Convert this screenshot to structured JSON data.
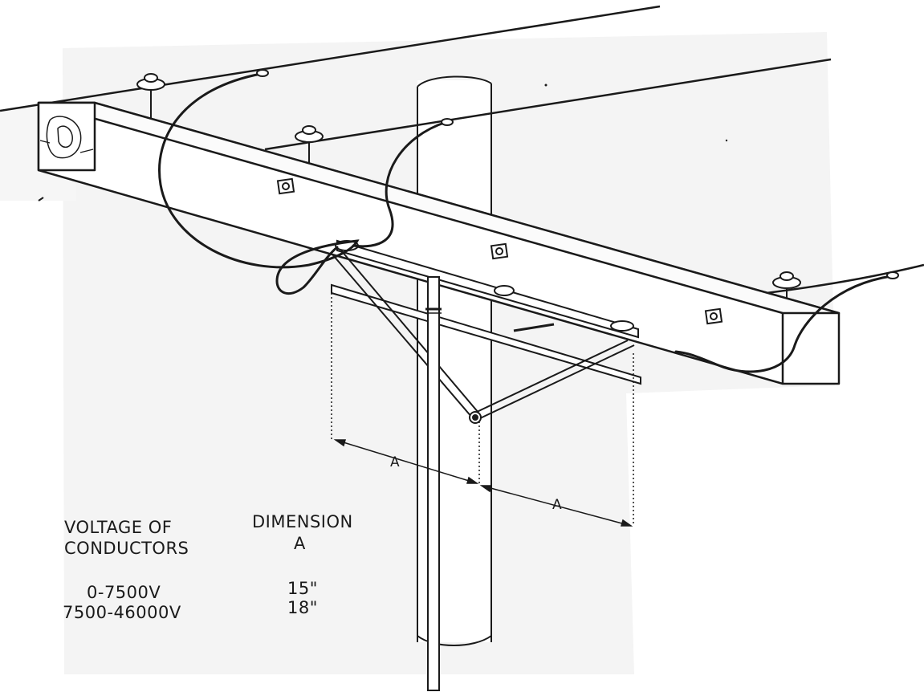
{
  "dimension_labels": {
    "left_span": "A",
    "right_span": "A"
  },
  "table": {
    "headers": {
      "voltage_line1": "VOLTAGE OF",
      "voltage_line2": "CONDUCTORS",
      "dimension_line1": "DIMENSION",
      "dimension_line2": "A"
    },
    "rows": [
      {
        "voltage": "0-7500V",
        "dimension": "15\""
      },
      {
        "voltage": "7500-46000V",
        "dimension": "18\""
      }
    ]
  }
}
